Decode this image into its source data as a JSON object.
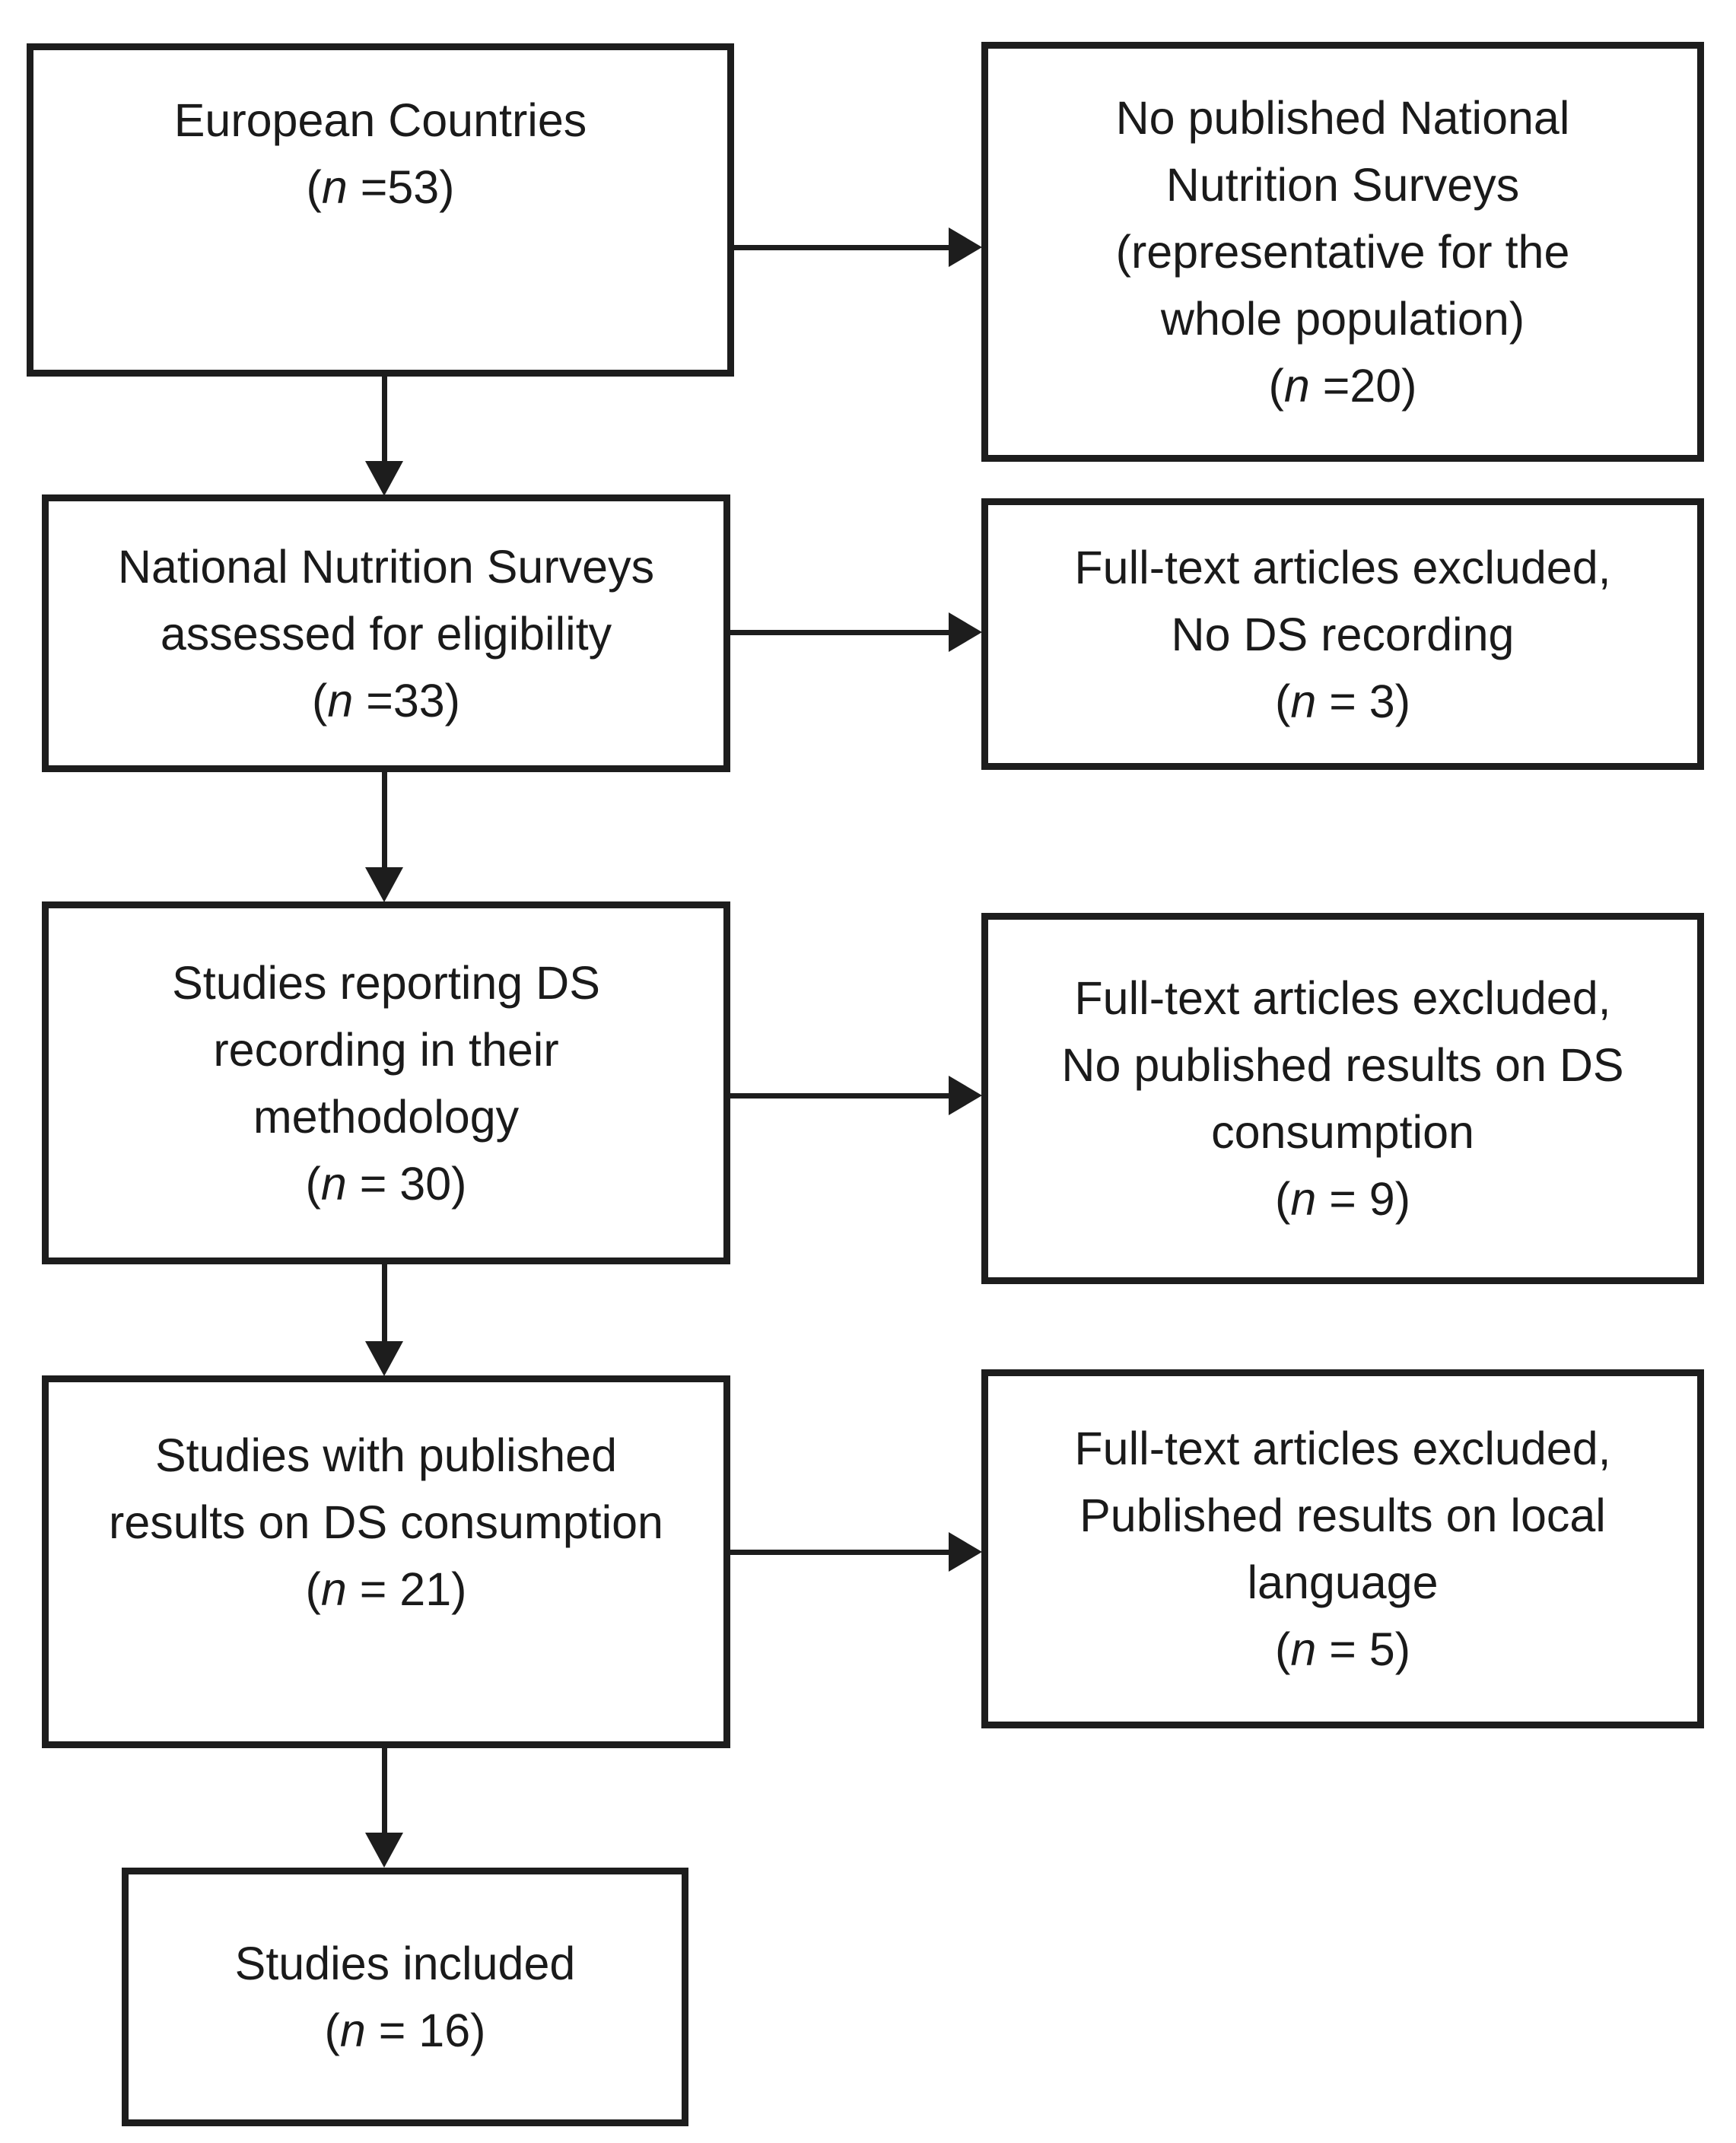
{
  "diagram": {
    "type": "flowchart",
    "description": "Study selection flow diagram with inclusion steps on the left and exclusion boxes on the right"
  },
  "colors": {
    "background": "#ffffff",
    "box_border": "#1d1d1d",
    "text": "#1a1a1a",
    "arrow": "#1d1d1d"
  },
  "boxes": {
    "european_countries": {
      "lines": [
        "European Countries"
      ],
      "count": {
        "prefix": "(",
        "n": "n",
        "rest": " =53)"
      },
      "n_value": 53
    },
    "no_published_surveys": {
      "lines": [
        "No published National",
        "Nutrition Surveys",
        "(representative for the",
        "whole population)"
      ],
      "count": {
        "prefix": "(",
        "n": "n",
        "rest": " =20)"
      },
      "n_value": 20
    },
    "assessed_eligibility": {
      "lines": [
        "National Nutrition Surveys",
        "assessed for eligibility"
      ],
      "count": {
        "prefix": "(",
        "n": "n",
        "rest": " =33)"
      },
      "n_value": 33
    },
    "excluded_no_ds_recording": {
      "lines": [
        "Full-text articles excluded,",
        "No DS recording"
      ],
      "count": {
        "prefix": "(",
        "n": "n",
        "rest": " = 3)"
      },
      "n_value": 3
    },
    "reporting_ds": {
      "lines": [
        "Studies reporting DS",
        "recording in their",
        "methodology"
      ],
      "count": {
        "prefix": "(",
        "n": "n",
        "rest": " = 30)"
      },
      "n_value": 30
    },
    "excluded_no_published_results": {
      "lines": [
        "Full-text articles excluded,",
        "No published results on DS",
        "consumption"
      ],
      "count": {
        "prefix": "(",
        "n": "n",
        "rest": " = 9)"
      },
      "n_value": 9
    },
    "published_results": {
      "lines": [
        "Studies with published",
        "results on DS consumption"
      ],
      "count": {
        "prefix": "(",
        "n": "n",
        "rest": " = 21)"
      },
      "n_value": 21
    },
    "excluded_local_language": {
      "lines": [
        "Full-text articles excluded,",
        "Published results on local",
        "language"
      ],
      "count": {
        "prefix": "(",
        "n": "n",
        "rest": " = 5)"
      },
      "n_value": 5
    },
    "studies_included": {
      "lines": [
        "Studies included"
      ],
      "count": {
        "prefix": "(",
        "n": "n",
        "rest": " = 16)"
      },
      "n_value": 16
    }
  },
  "edges": [
    {
      "from": "european_countries",
      "to": "no_published_surveys",
      "direction": "right"
    },
    {
      "from": "european_countries",
      "to": "assessed_eligibility",
      "direction": "down"
    },
    {
      "from": "assessed_eligibility",
      "to": "excluded_no_ds_recording",
      "direction": "right"
    },
    {
      "from": "assessed_eligibility",
      "to": "reporting_ds",
      "direction": "down"
    },
    {
      "from": "reporting_ds",
      "to": "excluded_no_published_results",
      "direction": "right"
    },
    {
      "from": "reporting_ds",
      "to": "published_results",
      "direction": "down"
    },
    {
      "from": "published_results",
      "to": "excluded_local_language",
      "direction": "right"
    },
    {
      "from": "published_results",
      "to": "studies_included",
      "direction": "down"
    }
  ]
}
